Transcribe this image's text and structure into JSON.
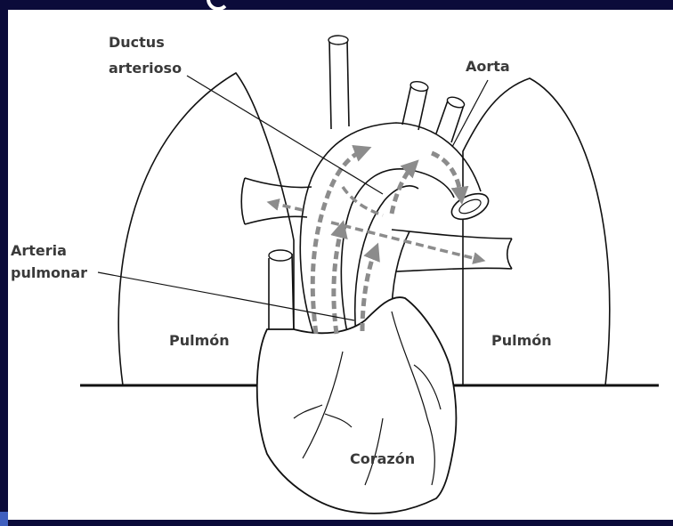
{
  "labels": {
    "ductus_line1": "Ductus",
    "ductus_line2": "arterioso",
    "aorta": "Aorta",
    "arteria_line1": "Arteria",
    "arteria_line2": "pulmonar",
    "pulmon_left": "Pulmón",
    "pulmon_right": "Pulmón",
    "corazon": "Corazón"
  },
  "colors": {
    "background": "#0b0b3a",
    "panel": "#ffffff",
    "line": "#111111",
    "arrow": "#8c8c8c",
    "label": "#3a3a3a"
  }
}
